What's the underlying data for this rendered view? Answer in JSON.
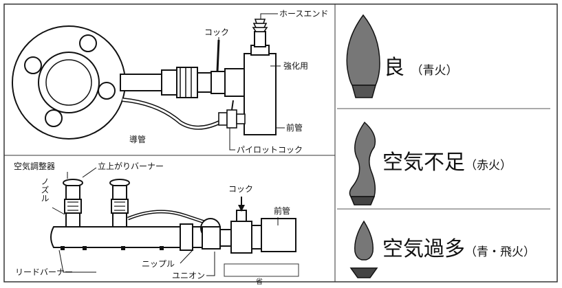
{
  "labels": {
    "hose_end": "ホースエンド",
    "cock_top": "コック",
    "reinforce": "強化用",
    "front_pipe_top": "前管",
    "guide_pipe": "導管",
    "pilot_cock": "パイロットコック",
    "air_adjuster": "空気調整器",
    "riser_burner": "立上がりバーナー",
    "nozzle": "ノズル",
    "cock_bottom": "コック",
    "front_pipe_bottom": "前管",
    "nipple": "ニップル",
    "union": "ユニオン",
    "lead_burner": "リードバーナー",
    "partial_char": "省"
  },
  "flames": [
    {
      "main": "良",
      "note": "（青火）"
    },
    {
      "main": "空気不足",
      "note": "（赤火）"
    },
    {
      "main": "空気過多",
      "note": "（青・飛火）"
    }
  ],
  "colors": {
    "line": "#111111",
    "flame_fill": "#777777",
    "divider": "#555555"
  }
}
